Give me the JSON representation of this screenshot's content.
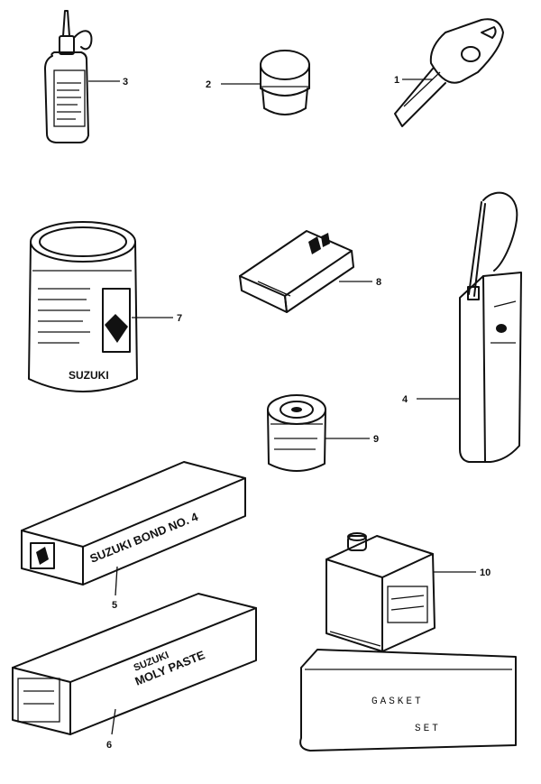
{
  "callouts": {
    "c1": "1",
    "c2": "2",
    "c3": "3",
    "c4": "4",
    "c5": "5",
    "c6": "6",
    "c7": "7",
    "c8": "8",
    "c9": "9",
    "c10": "10"
  },
  "labels": {
    "can_large_brand": "SUZUKI",
    "bond_box_brand": "SUZUKI BOND NO. 4",
    "moly_box_brand": "SUZUKI",
    "moly_box_name": "MOLY PASTE",
    "gasket_line1": "GASKET",
    "gasket_line2": "SET"
  }
}
